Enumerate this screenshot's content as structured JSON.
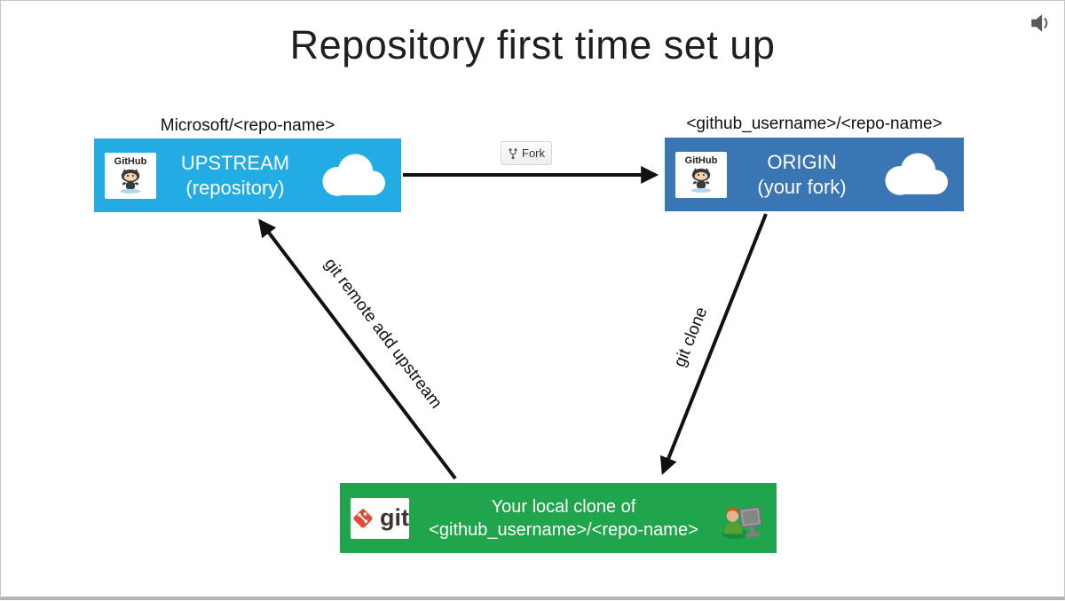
{
  "slide": {
    "title": "Repository first time set up"
  },
  "nodes": {
    "upstream": {
      "label_above": "Microsoft/<repo-name>",
      "title": "UPSTREAM",
      "subtitle": "(repository)",
      "color": "#22ACE3"
    },
    "origin": {
      "label_above": "<github_username>/<repo-name>",
      "title": "ORIGIN",
      "subtitle": "(your fork)",
      "color": "#3A76B4"
    },
    "local": {
      "line1": "Your local clone of",
      "line2": "<github_username>/<repo-name>",
      "color": "#21A54C"
    }
  },
  "logos": {
    "github_text": "GitHub",
    "git_text": "git"
  },
  "edges": {
    "fork_button_label": "Fork",
    "clone_label": "git clone",
    "remote_label": "git remote add upstream"
  },
  "icons": {
    "speaker": "speaker-icon",
    "fork": "fork-icon",
    "cloud": "cloud-icon",
    "github_octocat": "github-octocat-icon",
    "git_logo": "git-diamond-icon",
    "person": "person-at-computer-icon"
  },
  "colors": {
    "upstream_blue": "#22ACE3",
    "origin_blue": "#3A76B4",
    "local_green": "#21A54C",
    "arrow_black": "#111111",
    "fork_button_bg": "#F5F5F2",
    "slide_border": "#C6C6C6"
  }
}
